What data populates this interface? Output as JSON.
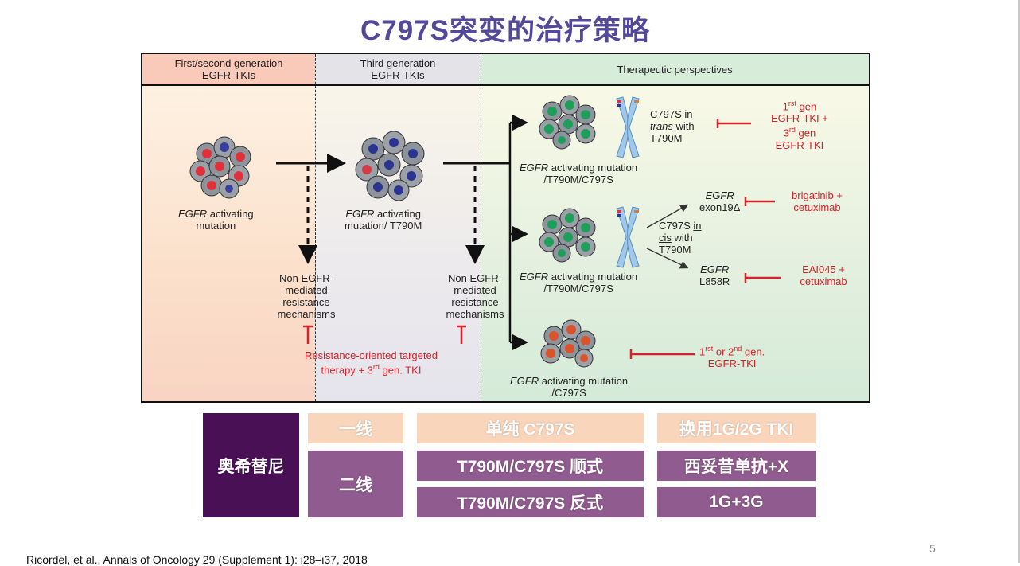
{
  "title": "C797S突变的治疗策略",
  "figure": {
    "headers": {
      "col1": "First/second generation EGFR-TKIs",
      "col2": "Third generation EGFR-TKIs",
      "col3": "Therapeutic perspectives"
    },
    "col1_label": "EGFR activating mutation",
    "col2_label": "EGFR activating mutation/ T790M",
    "non_egfr_1": "Non EGFR-mediated resistance mechanisms",
    "non_egfr_2": "Non EGFR-mediated resistance mechanisms",
    "resistance_oriented": "Resistance-oriented targeted therapy + 3rd gen. TKI",
    "branch1": {
      "allele": "C797S in trans with T790M",
      "label": "EGFR activating mutation /T790M/C797S",
      "therapy": "1rst gen EGFR-TKI + 3rd gen EGFR-TKI"
    },
    "branch2": {
      "allele": "C797S in cis with T790M",
      "label": "EGFR activating mutation /T790M/C797S",
      "sub1": "EGFR exon19Δ",
      "sub1_therapy": "brigatinib + cetuximab",
      "sub2": "EGFR L858R",
      "sub2_therapy": "EAI045 + cetuximab"
    },
    "branch3": {
      "label": "EGFR activating mutation /C797S",
      "therapy": "1rst or 2nd gen. EGFR-TKI"
    }
  },
  "table": {
    "drug": "奥希替尼",
    "first_line": "一线",
    "second_line": "二线",
    "row1_mutation": "单纯 C797S",
    "row1_strategy": "换用1G/2G TKI",
    "row2_mutation": "T790M/C797S 顺式",
    "row2_strategy": "西妥昔单抗+X",
    "row3_mutation": "T790M/C797S 反式",
    "row3_strategy": "1G+3G"
  },
  "reference": "Ricordel, et al., Annals of Oncology 29 (Supplement 1): i28–i37, 2018",
  "page_number": "5"
}
